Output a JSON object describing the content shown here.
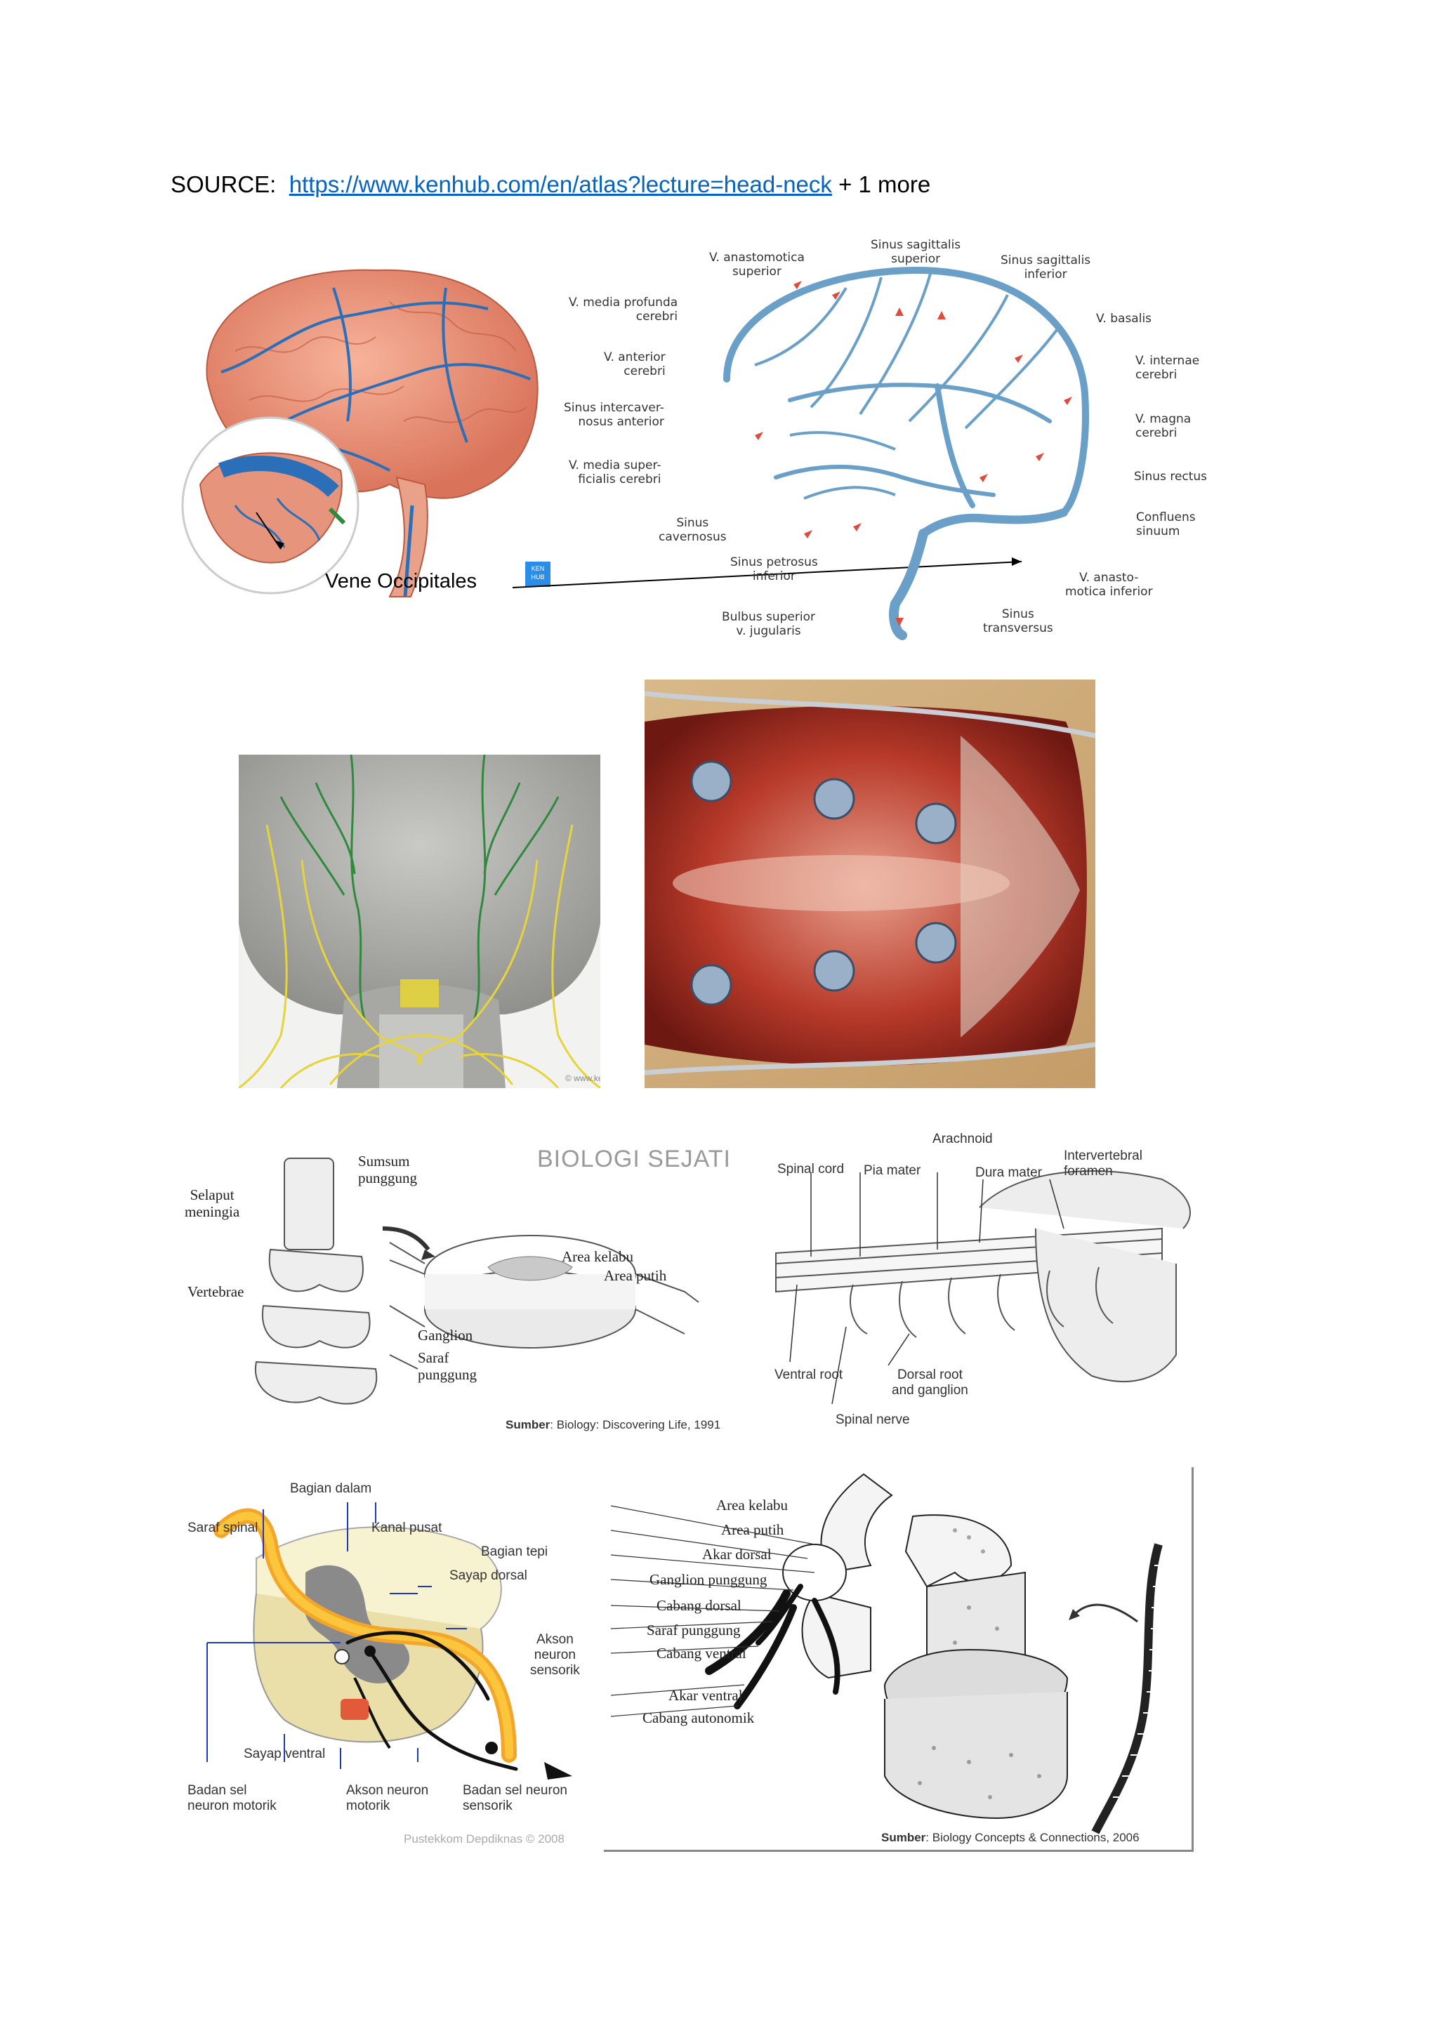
{
  "source": {
    "prefix": "SOURCE:",
    "link_text": "https://www.kenhub.com/en/atlas?lecture=head-neck",
    "suffix": "+ 1 more"
  },
  "figure1": {
    "callout": "Vene Occipitales",
    "labels": {
      "v_anastomotica_superior": "V. anastomotica\nsuperior",
      "sinus_sagittalis_superior": "Sinus sagittalis\nsuperior",
      "sinus_sagittalis_inferior": "Sinus sagittalis\ninferior",
      "v_media_profunda": "V. media profunda\ncerebri",
      "v_basalis": "V. basalis",
      "v_anterior_cerebri": "V. anterior\ncerebri",
      "v_internae_cerebri": "V. internae\ncerebri",
      "sinus_intercavernosus": "Sinus intercaver-\nnosus anterior",
      "v_magna_cerebri": "V. magna\ncerebri",
      "v_media_superficialis": "V. media super-\nficialis cerebri",
      "sinus_rectus": "Sinus rectus",
      "confluens_sinuum": "Confluens\nsinuum",
      "sinus_cavernosus": "Sinus\ncavernosus",
      "sinus_petrosus_inferior": "Sinus petrosus\ninferior",
      "v_anastomotica_inferior": "V. anasto-\nmotica inferior",
      "bulbus_superior": "Bulbus superior\nv. jugularis",
      "sinus_transversus": "Sinus\ntransversus"
    },
    "badge": "KEN HUB"
  },
  "figure2": {
    "watermark": "© www.kenhub.com"
  },
  "figure3": {
    "heading": "BIOLOGI SEJATI",
    "left_labels": {
      "sumsum": "Sumsum\npunggung",
      "selaput": "Selaput\nmeningia",
      "area_kelabu": "Area kelabu",
      "area_putih": "Area putih",
      "vertebrae": "Vertebrae",
      "ganglion": "Ganglion",
      "saraf": "Saraf\npunggung"
    },
    "credit_bold": "Sumber",
    "credit_text": ": Biology: Discovering Life, 1991",
    "right_labels": {
      "arachnoid": "Arachnoid",
      "spinal_cord": "Spinal cord",
      "pia_mater": "Pia mater",
      "dura_mater": "Dura mater",
      "intervertebral": "Intervertebral\nforamen",
      "ventral_root": "Ventral root",
      "dorsal_root": "Dorsal root\nand ganglion",
      "spinal_nerve": "Spinal nerve"
    }
  },
  "figure4": {
    "left_labels": {
      "bagian_dalam": "Bagian dalam",
      "saraf_spinal": "Saraf spinal",
      "kanal_pusat": "Kanal pusat",
      "bagian_tepi": "Bagian tepi",
      "sayap_dorsal": "Sayap dorsal",
      "akson_sensorik": "Akson\nneuron\nsensorik",
      "sayap_ventral": "Sayap ventral",
      "badan_motorik": "Badan sel\nneuron motorik",
      "akson_motorik": "Akson neuron\nmotorik",
      "badan_sensorik": "Badan sel neuron\nsensorik"
    },
    "left_credit": "Pustekkom Depdiknas © 2008",
    "right_labels": {
      "area_kelabu": "Area kelabu",
      "area_putih": "Area putih",
      "akar_dorsal": "Akar dorsal",
      "ganglion_punggung": "Ganglion punggung",
      "cabang_dorsal": "Cabang dorsal",
      "saraf_punggung": "Saraf punggung",
      "cabang_ventral": "Cabang ventral",
      "akar_ventral": "Akar ventral",
      "cabang_autonomik": "Cabang autonomik"
    },
    "credit_bold": "Sumber",
    "credit_text": ": Biology Concepts & Connections, 2006"
  }
}
